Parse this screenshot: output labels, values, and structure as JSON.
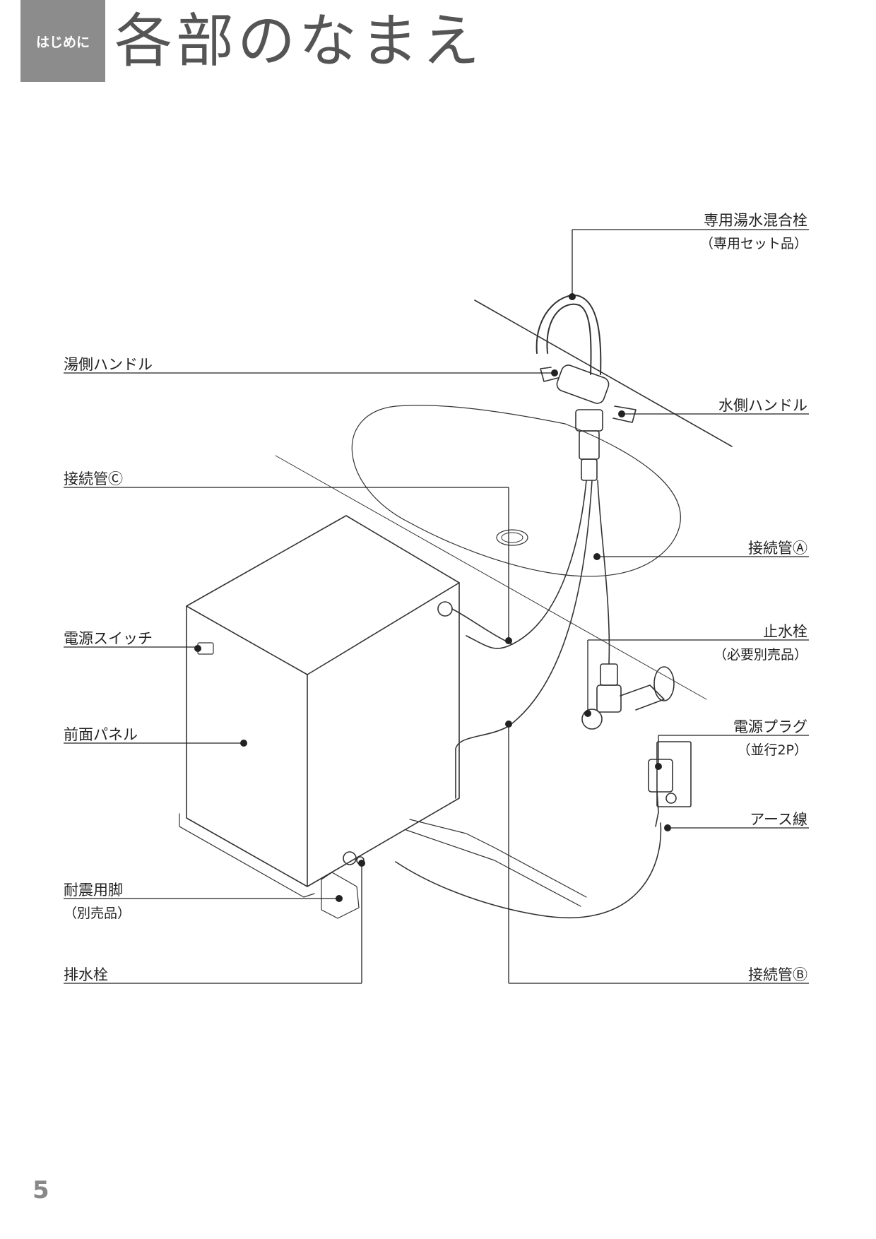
{
  "header": {
    "section_tab": "はじめに",
    "title": "各部のなまえ"
  },
  "labels": {
    "faucet": "専用湯水混合栓",
    "faucet_note": "（専用セット品）",
    "hot_handle": "湯側ハンドル",
    "cold_handle": "水側ハンドル",
    "pipe_c": "接続管Ⓒ",
    "pipe_a": "接続管Ⓐ",
    "power_switch": "電源スイッチ",
    "stop_valve": "止水栓",
    "stop_valve_note": "（必要別売品）",
    "power_plug": "電源プラグ",
    "power_plug_note": "（並行2P）",
    "front_panel": "前面パネル",
    "earth_wire": "アース線",
    "seismic_leg": "耐震用脚",
    "seismic_leg_note": "（別売品）",
    "drain_plug": "排水栓",
    "pipe_b": "接続管Ⓑ"
  },
  "page_number": "5"
}
